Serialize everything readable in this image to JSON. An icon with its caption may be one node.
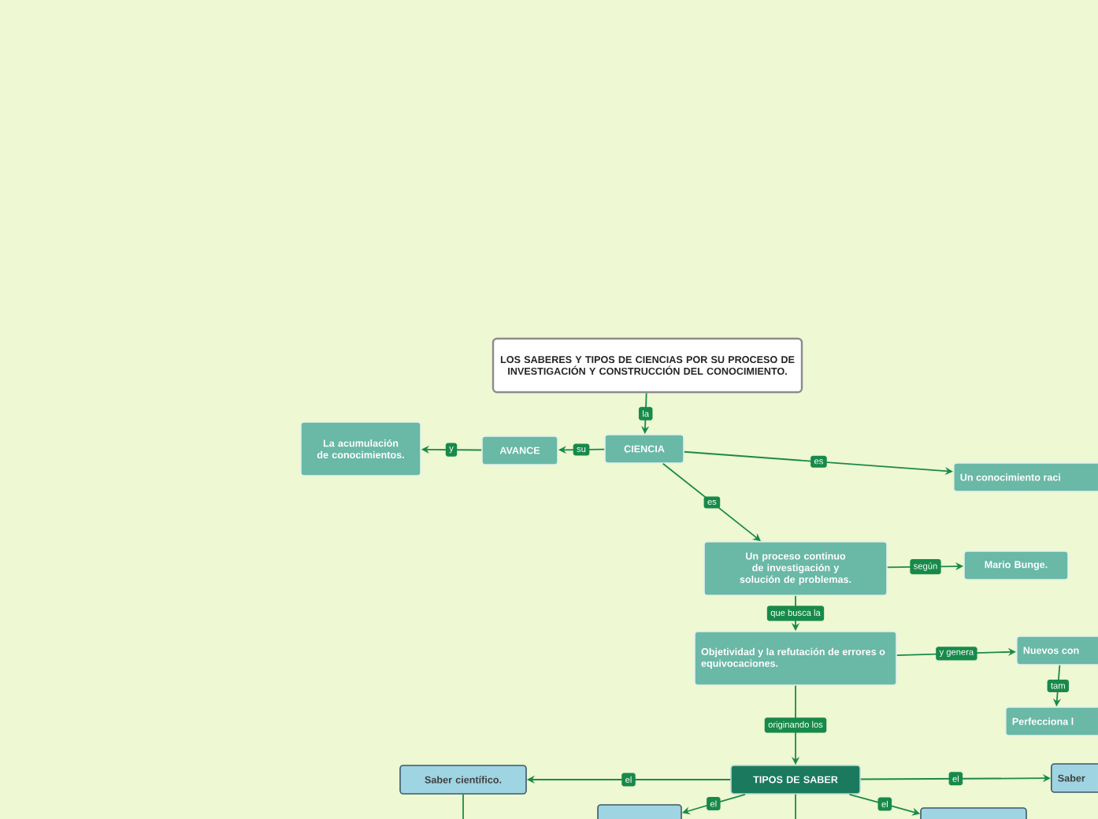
{
  "diagram": {
    "nodes": [
      {
        "text": [
          "LOS SABERES Y TIPOS DE CIENCIAS POR SU PROCESO DE INVESTIGACIÓN Y CONSTRUCCIÓN DEL CONOCIMIENTO."
        ]
      },
      {
        "text": [
          "CIENCIA"
        ]
      },
      {
        "text": [
          "AVANCE"
        ]
      },
      {
        "text": [
          "La acumulación de conocimientos."
        ]
      },
      {
        "text": [
          "Un conocimiento raci"
        ]
      },
      {
        "text": [
          "Un proceso continuo de investigación y solución de problemas."
        ]
      },
      {
        "text": [
          "Mario Bunge."
        ]
      },
      {
        "text": [
          "Objetividad y la refutación de errores o equivocaciones."
        ]
      },
      {
        "text": [
          "Nuevos con"
        ]
      },
      {
        "text": [
          "Perfecciona l"
        ]
      },
      {
        "text": [
          "TIPOS DE SABER"
        ]
      },
      {
        "text": [
          "Saber científico."
        ]
      },
      {
        "text": [],
        "shape": "box"
      },
      {
        "text": [],
        "shape": "box"
      },
      {
        "text": [
          "Saber"
        ]
      }
    ],
    "edges": [
      {
        "from": 0,
        "to": 1,
        "arrow": "to",
        "label": "la"
      },
      {
        "from": 1,
        "to": 2,
        "arrow": "to",
        "label": "su"
      },
      {
        "from": 2,
        "to": 3,
        "arrow": "to",
        "label": "y"
      },
      {
        "from": 1,
        "to": 4,
        "arrow": "to",
        "label": "es"
      },
      {
        "from": 1,
        "to": 5,
        "arrow": "to",
        "label": "es"
      },
      {
        "from": 5,
        "to": 6,
        "arrow": "to",
        "label": "según"
      },
      {
        "from": 5,
        "to": 7,
        "arrow": "to",
        "label": "que busca la"
      },
      {
        "from": 7,
        "to": 8,
        "arrow": "to",
        "label": "y genera"
      },
      {
        "from": 8,
        "to": 9,
        "arrow": "to",
        "label": "tam"
      },
      {
        "from": 7,
        "to": 10,
        "arrow": "to",
        "label": "originando los"
      },
      {
        "from": 10,
        "to": 11,
        "arrow": "to",
        "label": "el"
      },
      {
        "from": 10,
        "to": 12,
        "arrow": "to",
        "label": "el"
      },
      {
        "from": 10,
        "to": 13,
        "arrow": "to",
        "label": "el"
      },
      {
        "from": 10,
        "to": 14,
        "arrow": "to",
        "label": "el"
      },
      {
        "from": 10,
        "to": null,
        "arrow": "none"
      },
      {
        "from": 11,
        "to": null,
        "arrow": "none"
      }
    ]
  }
}
